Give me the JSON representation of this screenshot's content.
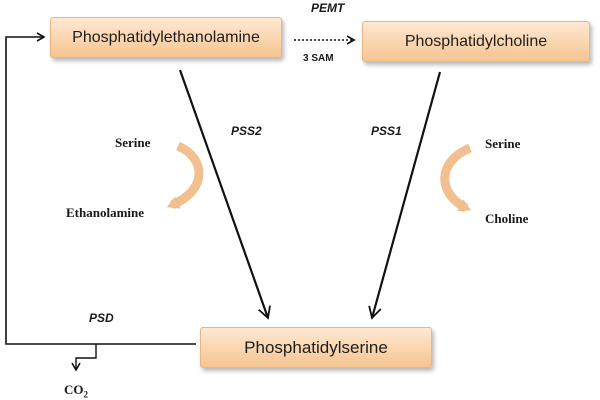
{
  "nodes": {
    "phosphatidylethanolamine": "Phosphatidylethanolamine",
    "phosphatidylcholine": "Phosphatidylcholine",
    "phosphatidylserine": "Phosphatidylserine"
  },
  "enzymes": {
    "pemt": "PEMT",
    "pss2": "PSS2",
    "pss1": "PSS1",
    "psd": "PSD"
  },
  "cofactors": {
    "sam": "3 SAM"
  },
  "substrates": {
    "left_in": "Serine",
    "left_out": "Ethanolamine",
    "right_in": "Serine",
    "right_out": "Choline",
    "co2_prefix": "CO",
    "co2_subscript": "2"
  },
  "colors": {
    "box_fill": "#fad5ae",
    "box_border": "#e9b582",
    "curved_arrow": "#f2c08e",
    "line": "#111111"
  },
  "icons": {
    "curved_arrow": "curved-arrow-icon"
  }
}
